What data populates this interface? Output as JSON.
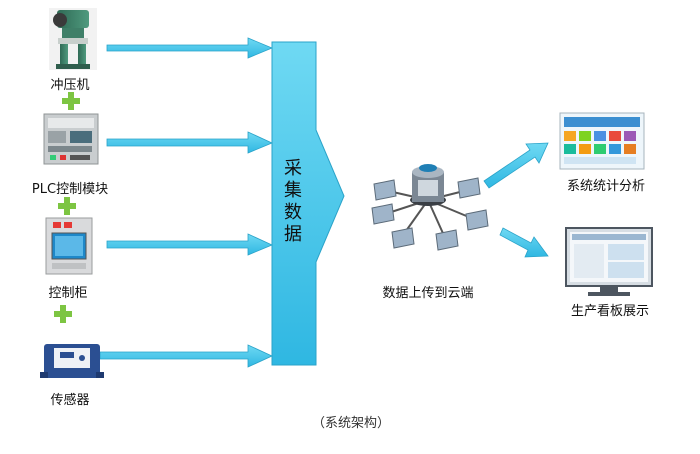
{
  "devices": [
    {
      "label": "冲压机"
    },
    {
      "label": "PLC控制模块"
    },
    {
      "label": "控制柜"
    },
    {
      "label": "传感器"
    }
  ],
  "collect": {
    "label": "采集数据"
  },
  "cloud": {
    "label": "数据上传到云端"
  },
  "outputs": [
    {
      "label": "系统统计分析"
    },
    {
      "label": "生产看板展示"
    }
  ],
  "caption": "（系统架构）",
  "colors": {
    "arrow": "#3ec6ea",
    "plus": "#7dc542",
    "arrow_edge": "#2aa3c9"
  }
}
